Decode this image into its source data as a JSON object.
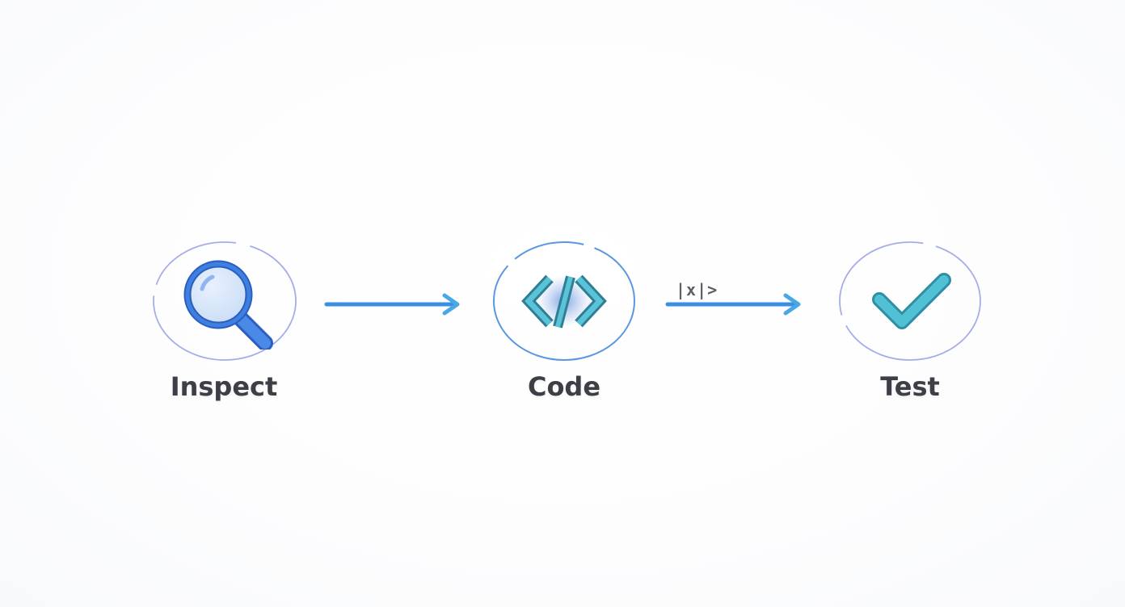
{
  "steps": [
    {
      "label": "Inspect",
      "icon": "magnifier-icon"
    },
    {
      "label": "Code",
      "icon": "code-brackets-icon"
    },
    {
      "label": "Test",
      "icon": "checkmark-icon"
    }
  ],
  "connectors": [
    {
      "annotation": ""
    },
    {
      "annotation": "|x|>"
    }
  ],
  "colors": {
    "ring": "#9ea8e6",
    "ring_code": "#5b97e0",
    "magnifier_blue": "#2f6fd6",
    "code_teal": "#4fb8cf",
    "check_teal": "#4cbcd1",
    "arrow_blue": "#3b8fe3",
    "label": "#3d3f46"
  }
}
